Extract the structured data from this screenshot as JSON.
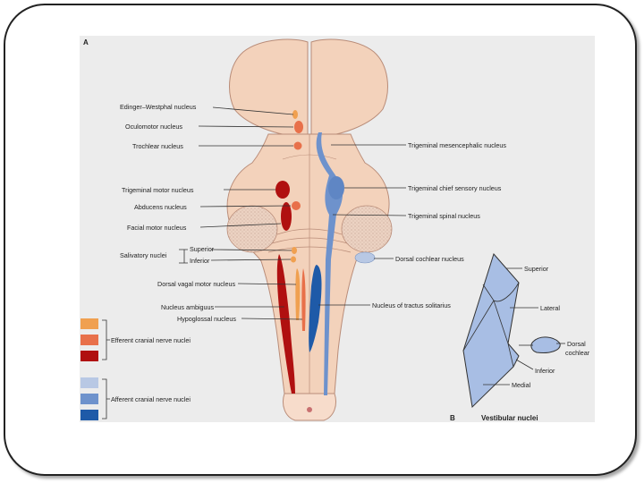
{
  "panel_a_label": "A",
  "panel_b_label": "B",
  "left_labels": {
    "edinger_westphal": "Edinger–Westphal nucleus",
    "oculomotor": "Oculomotor nucleus",
    "trochlear": "Trochlear nucleus",
    "trigeminal_motor": "Trigeminal motor nucleus",
    "abducens": "Abducens nucleus",
    "facial_motor": "Facial motor nucleus",
    "salivatory": "Salivatory nuclei",
    "superior": "Superior",
    "inferior": "Inferior",
    "dorsal_vagal_motor": "Dorsal vagal motor nucleus",
    "nucleus_ambiguus": "Nucleus ambiguus",
    "hypoglossal": "Hypoglossal nucleus"
  },
  "right_labels": {
    "trigeminal_mesencephalic": "Trigeminal mesencephalic nucleus",
    "trigeminal_chief_sensory": "Trigeminal chief sensory nucleus",
    "trigeminal_spinal": "Trigeminal spinal nucleus",
    "dorsal_cochlear": "Dorsal cochlear nucleus",
    "tractus_solitarius": "Nucleus of tractus solitarius"
  },
  "legend": {
    "efferent_label": "Efferent cranial nerve nuclei",
    "afferent_label": "Afferent cranial nerve nuclei",
    "efferent_colors": [
      "#f0a050",
      "#e8704a",
      "#b01010"
    ],
    "afferent_colors": [
      "#b8c8e4",
      "#6e92cc",
      "#1e5aa8"
    ]
  },
  "panel_b": {
    "superior": "Superior",
    "lateral": "Lateral",
    "inferior": "Inferior",
    "medial": "Medial",
    "dorsal": "Dorsal",
    "cochlear": "cochlear",
    "caption": "Vestibular nuclei"
  },
  "colors": {
    "brainstem_fill": "#f3d2bb",
    "brainstem_stroke": "#b98c78",
    "vestibular_fill": "#a8bee4"
  }
}
